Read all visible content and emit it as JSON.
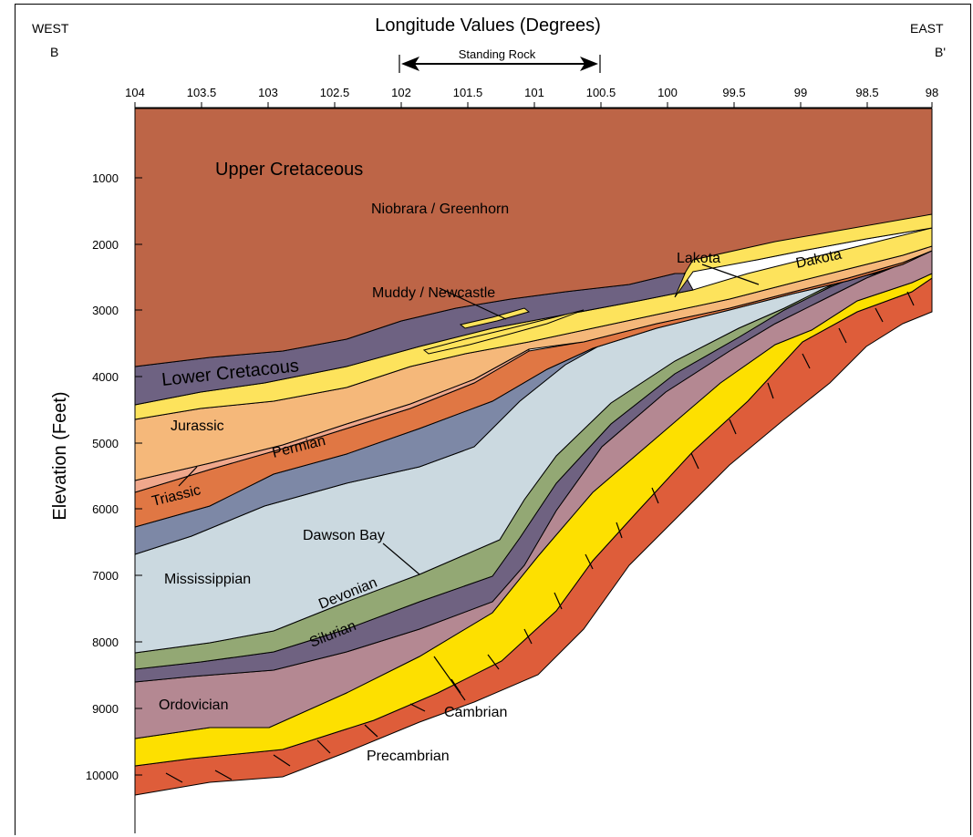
{
  "title": "Longitude Values (Degrees)",
  "ylabel": "Elevation (Feet)",
  "corners": {
    "west": "WEST",
    "west_point": "B",
    "east": "EAST",
    "east_point": "B'"
  },
  "standing_rock": "Standing Rock",
  "x_ticks": [
    "104",
    "103.5",
    "103",
    "102.5",
    "102",
    "101.5",
    "101",
    "100.5",
    "100",
    "99.5",
    "99",
    "98.5",
    "98"
  ],
  "y_ticks": [
    "1000",
    "2000",
    "3000",
    "4000",
    "5000",
    "6000",
    "7000",
    "8000",
    "9000",
    "10000"
  ],
  "layers": {
    "upper_cretaceous": "Upper Cretaceous",
    "niobrara": "Niobrara / Greenhorn",
    "muddy": "Muddy / Newcastle",
    "lakota": "Lakota",
    "dakota": "Dakota",
    "lower_cretacous": "Lower Cretacous",
    "jurassic": "Jurassic",
    "permian": "Permian",
    "triassic": "Triassic",
    "mississippian": "Mississippian",
    "dawson_bay": "Dawson Bay",
    "devonian": "Devonian",
    "silurian": "Silurian",
    "ordovician": "Ordovician",
    "cambrian": "Cambrian",
    "precambrian": "Precambrian"
  },
  "colors": {
    "upper_cretaceous": "#bd6547",
    "lower_cretaceous": "#6e6282",
    "dakota": "#fde35c",
    "jurassic": "#f5b87a",
    "triassic": "#f0a88c",
    "permian": "#e07744",
    "pennsylvanian": "#7d88a6",
    "mississippian": "#cbd9e0",
    "devonian": "#93a874",
    "silurian": "#6f6281",
    "ordovician": "#b48892",
    "cambrian": "#fde000",
    "precambrian": "#de5d3a"
  }
}
